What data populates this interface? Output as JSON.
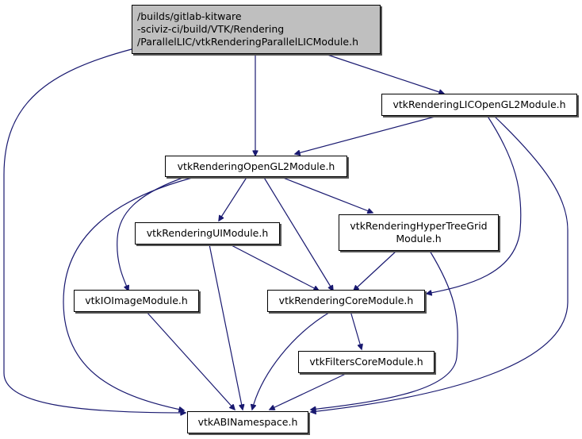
{
  "diagram": {
    "type": "include-dependency-graph",
    "edge_color": "#191970",
    "root_fill": "#bfbfbf",
    "nodes": [
      {
        "id": "root",
        "label": "/builds/gitlab-kitware\n-sciviz-ci/build/VTK/Rendering\n/ParallelLIC/vtkRenderingParallelLICModule.h"
      },
      {
        "id": "lic",
        "label": "vtkRenderingLICOpenGL2Module.h"
      },
      {
        "id": "ogl2",
        "label": "vtkRenderingOpenGL2Module.h"
      },
      {
        "id": "ui",
        "label": "vtkRenderingUIModule.h"
      },
      {
        "id": "htg",
        "label": "vtkRenderingHyperTreeGrid\nModule.h"
      },
      {
        "id": "ioimage",
        "label": "vtkIOImageModule.h"
      },
      {
        "id": "core",
        "label": "vtkRenderingCoreModule.h"
      },
      {
        "id": "filters",
        "label": "vtkFiltersCoreModule.h"
      },
      {
        "id": "abi",
        "label": "vtkABINamespace.h"
      }
    ],
    "edges": [
      {
        "from": "root",
        "to": "abi"
      },
      {
        "from": "root",
        "to": "ogl2"
      },
      {
        "from": "root",
        "to": "lic"
      },
      {
        "from": "lic",
        "to": "ogl2"
      },
      {
        "from": "lic",
        "to": "core"
      },
      {
        "from": "lic",
        "to": "abi"
      },
      {
        "from": "ogl2",
        "to": "ui"
      },
      {
        "from": "ogl2",
        "to": "htg"
      },
      {
        "from": "ogl2",
        "to": "core"
      },
      {
        "from": "ogl2",
        "to": "ioimage"
      },
      {
        "from": "ogl2",
        "to": "abi"
      },
      {
        "from": "ui",
        "to": "core"
      },
      {
        "from": "ui",
        "to": "abi"
      },
      {
        "from": "htg",
        "to": "core"
      },
      {
        "from": "htg",
        "to": "abi"
      },
      {
        "from": "ioimage",
        "to": "abi"
      },
      {
        "from": "core",
        "to": "filters"
      },
      {
        "from": "core",
        "to": "abi"
      },
      {
        "from": "filters",
        "to": "abi"
      }
    ]
  }
}
